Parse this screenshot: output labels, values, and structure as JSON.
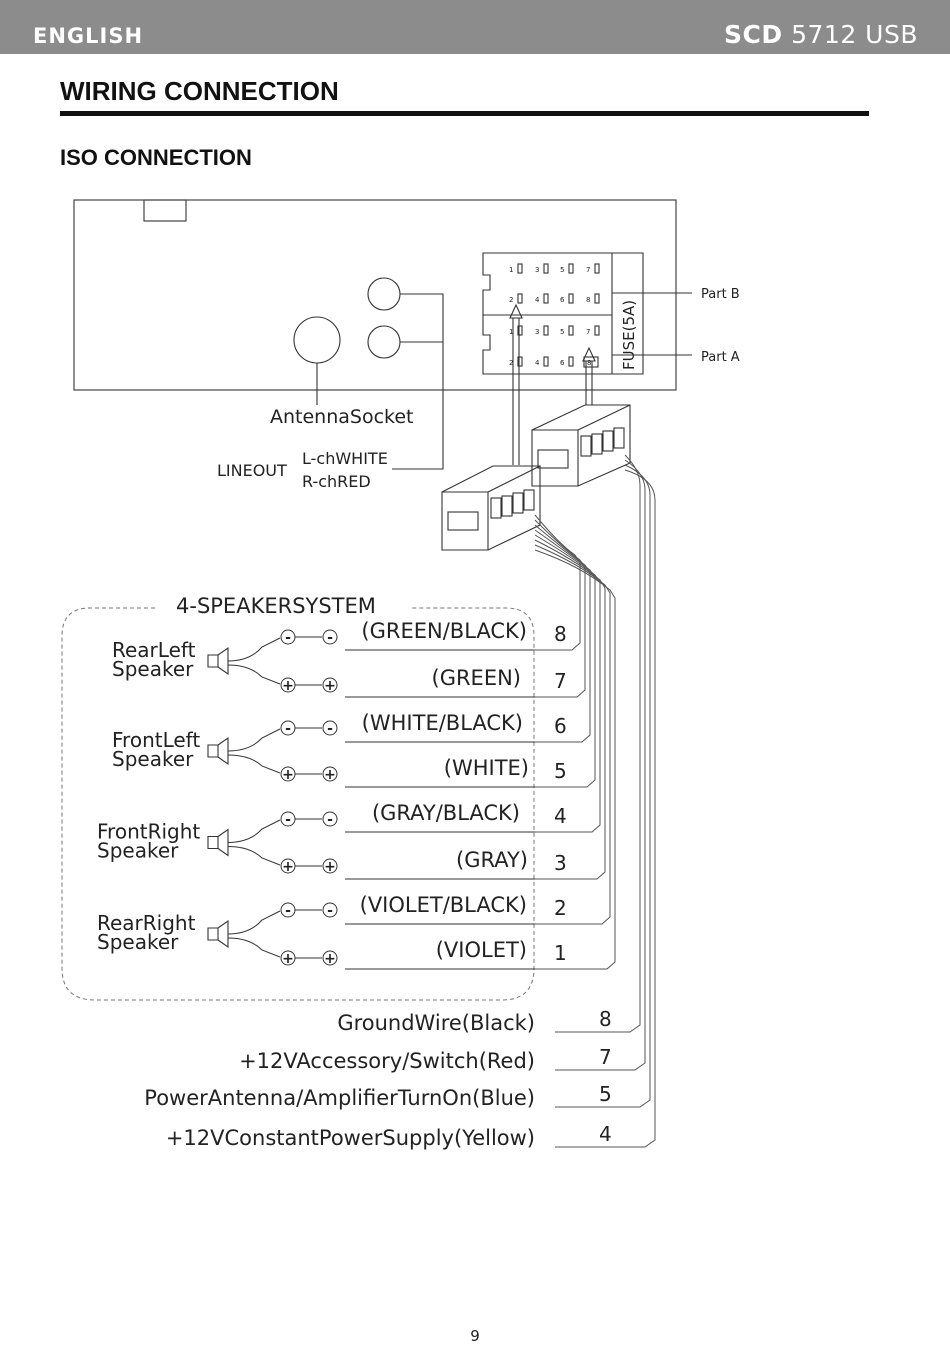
{
  "header": {
    "language": "ENGLISH",
    "model_brand": "SCD",
    "model_number": "5712 USB"
  },
  "title": "WIRING CONNECTION",
  "subtitle": "ISO CONNECTION",
  "diagram": {
    "connector_pins": {
      "row_top": [
        "1",
        "3",
        "5",
        "7"
      ],
      "row_second": [
        "2",
        "4",
        "6",
        "8"
      ],
      "row_third": [
        "1",
        "3",
        "5",
        "7"
      ],
      "row_bottom": [
        "2",
        "4",
        "6",
        "8"
      ]
    },
    "fuse_label": "FUSE(5A)",
    "part_b": "Part B",
    "part_a": "Part A",
    "antenna_socket": "AntennaSocket",
    "lineout": "LINEOUT",
    "l_ch": "L-chWHITE",
    "r_ch": "R-chRED",
    "speaker_system": "4-SPEAKERSYSTEM",
    "minus_sign": "-",
    "plus_sign": "+",
    "speakers": [
      {
        "line1": "RearLeft",
        "line2": "Speaker"
      },
      {
        "line1": "FrontLeft",
        "line2": "Speaker"
      },
      {
        "line1": "FrontRight",
        "line2": "Speaker"
      },
      {
        "line1": "RearRight",
        "line2": "Speaker"
      }
    ],
    "speaker_wires": [
      {
        "color": "(GREEN/BLACK)",
        "pin": "8"
      },
      {
        "color": "(GREEN)",
        "pin": "7"
      },
      {
        "color": "(WHITE/BLACK)",
        "pin": "6"
      },
      {
        "color": "(WHITE)",
        "pin": "5"
      },
      {
        "color": "(GRAY/BLACK)",
        "pin": "4"
      },
      {
        "color": "(GRAY)",
        "pin": "3"
      },
      {
        "color": "(VIOLET/BLACK)",
        "pin": "2"
      },
      {
        "color": "(VIOLET)",
        "pin": "1"
      }
    ],
    "power_wires": [
      {
        "label": "GroundWire(Black)",
        "pin": "8"
      },
      {
        "label": "+12VAccessory/Switch(Red)",
        "pin": "7"
      },
      {
        "label": "PowerAntenna/AmplifierTurnOn(Blue)",
        "pin": "5"
      },
      {
        "label": "+12VConstantPowerSupply(Yellow)",
        "pin": "4"
      }
    ]
  },
  "page_number": "9"
}
